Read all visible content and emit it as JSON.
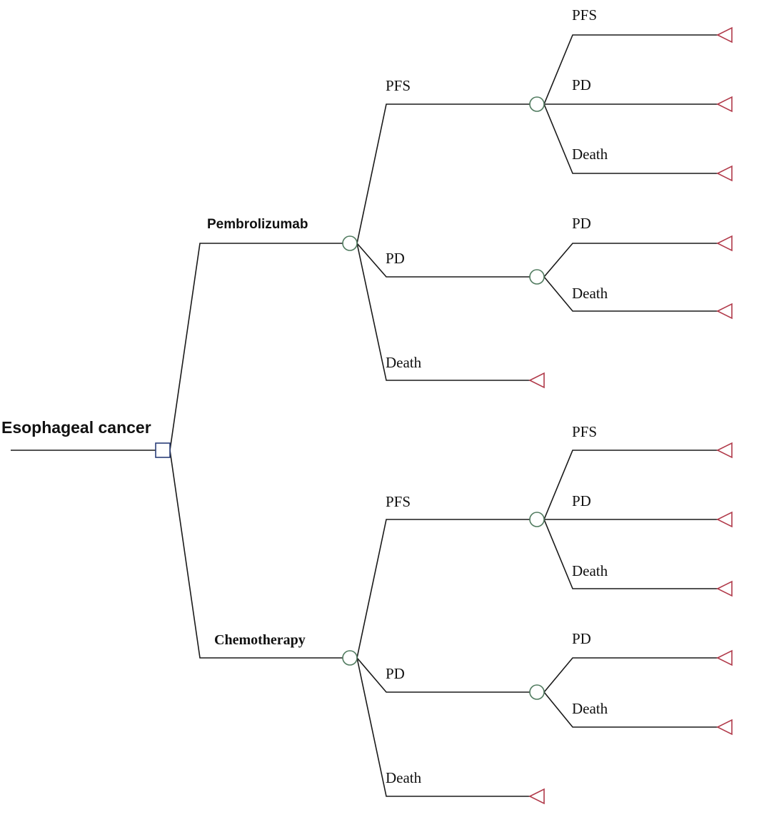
{
  "root": {
    "label": "Esophageal cancer"
  },
  "arms": [
    {
      "label": "Pembrolizumab",
      "states": [
        {
          "label": "PFS",
          "outcomes": [
            "PFS",
            "PD",
            "Death"
          ]
        },
        {
          "label": "PD",
          "outcomes": [
            "PD",
            "Death"
          ]
        },
        {
          "label": "Death"
        }
      ]
    },
    {
      "label": "Chemotherapy",
      "states": [
        {
          "label": "PFS",
          "outcomes": [
            "PFS",
            "PD",
            "Death"
          ]
        },
        {
          "label": "PD",
          "outcomes": [
            "PD",
            "Death"
          ]
        },
        {
          "label": "Death"
        }
      ]
    }
  ],
  "colors": {
    "decision_node": "#2b3f7a",
    "chance_node": "#4f7a5e",
    "terminal_node": "#b13a4a",
    "edges": "#1a1a1a"
  }
}
